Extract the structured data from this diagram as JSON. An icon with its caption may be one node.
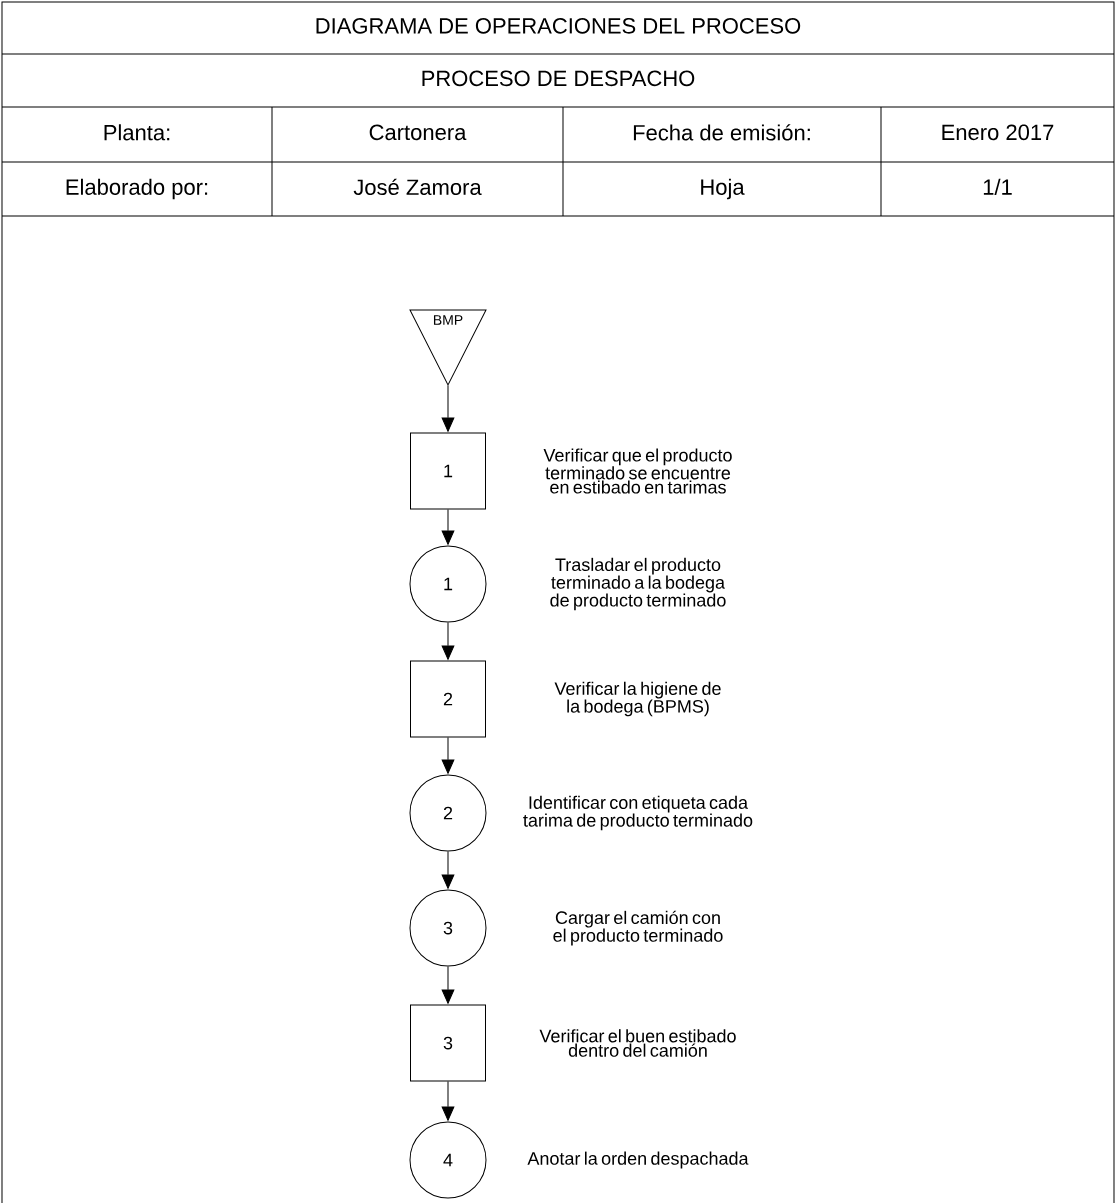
{
  "diagram": {
    "title": "DIAGRAMA DE OPERACIONES DEL PROCESO",
    "nodes": [
      {
        "text": [
          "BMP"
        ]
      },
      {
        "text": [
          "1"
        ],
        "beside": [
          "Verificar que el producto terminado se encuentre en estibado en tarimas"
        ]
      },
      {
        "text": [
          "1"
        ],
        "beside": [
          "Trasladar el producto terminado a la bodega de producto terminado"
        ]
      },
      {
        "text": [
          "2"
        ],
        "beside": [
          "Verificar la higiene de la bodega (BPMS)"
        ]
      },
      {
        "text": [
          "2"
        ],
        "beside": [
          "Identificar con etiqueta cada tarima de producto terminado"
        ]
      },
      {
        "text": [
          "3"
        ],
        "beside": [
          "Cargar el camión con el producto terminado"
        ]
      },
      {
        "text": [
          "3"
        ],
        "beside": [
          "Verificar el buen estibado dentro del camión"
        ]
      },
      {
        "text": [
          "4"
        ],
        "beside": [
          "Anotar la orden despachada"
        ]
      }
    ],
    "edges": [
      {
        "from": 0,
        "to": 1,
        "arrow": "to"
      },
      {
        "from": 1,
        "to": 2,
        "arrow": "to"
      },
      {
        "from": 2,
        "to": 3,
        "arrow": "to"
      },
      {
        "from": 3,
        "to": 4,
        "arrow": "to"
      },
      {
        "from": 4,
        "to": 5,
        "arrow": "to"
      },
      {
        "from": 5,
        "to": 6,
        "arrow": "to"
      },
      {
        "from": 6,
        "to": 7,
        "arrow": "to"
      }
    ],
    "labels": [
      "PROCESO DE DESPACHO",
      "Planta:",
      "Cartonera",
      "Fecha de emisión:",
      "Enero 2017",
      "Elaborado por:",
      "José Zamora",
      "Hoja",
      "1/1"
    ]
  }
}
